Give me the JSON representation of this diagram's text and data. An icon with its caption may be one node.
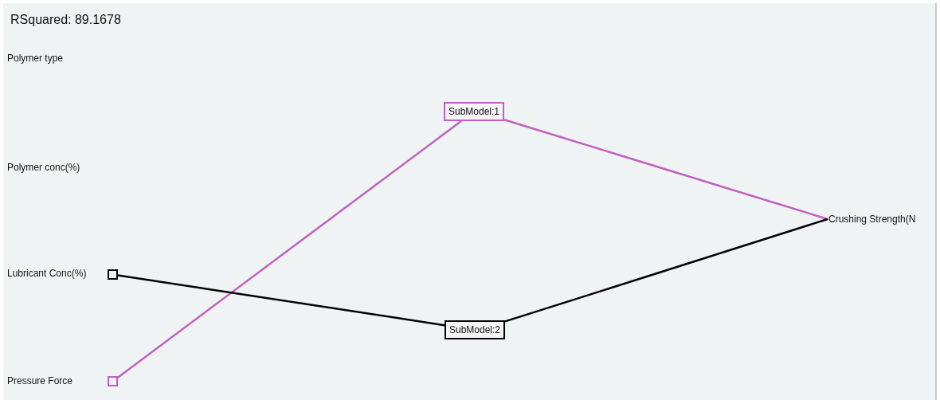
{
  "diagram": {
    "title": "RSquared: 89.1678",
    "nodes": [
      {
        "text": [
          "Lubricant Conc(%)"
        ]
      },
      {
        "text": [
          "Pressure Force"
        ]
      },
      {
        "text": [
          "SubModel:1"
        ]
      },
      {
        "text": [
          "SubModel:2"
        ]
      },
      {
        "text": [
          "Crushing Strength(N"
        ]
      }
    ],
    "edges": [
      {
        "from": 1,
        "to": 2,
        "arrow": "none",
        "color": "#c060c0"
      },
      {
        "from": 2,
        "to": 4,
        "arrow": "none",
        "color": "#c060c0"
      },
      {
        "from": 0,
        "to": 3,
        "arrow": "none",
        "color": "#000000"
      },
      {
        "from": 3,
        "to": 4,
        "arrow": "none",
        "color": "#000000"
      }
    ],
    "labels": [
      "Polymer type",
      "Polymer conc(%)"
    ]
  }
}
